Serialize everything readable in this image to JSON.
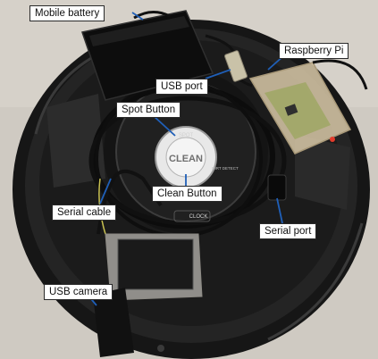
{
  "labels": {
    "mobile_battery": "Mobile battery",
    "raspberry_pi": "Raspberry Pi",
    "usb_port": "USB port",
    "spot_button": "Spot Button",
    "clean_button": "Clean Button",
    "serial_cable": "Serial cable",
    "serial_port": "Serial port",
    "usb_camera": "USB camera"
  },
  "device_text": {
    "spot": "SPOT",
    "clean": "CLEAN",
    "clock": "CLOCK",
    "dirt_detect": "DIRT DETECT"
  },
  "colors": {
    "background": "#cfcac2",
    "robot_body": "#1c1c1c",
    "callout_border": "#2a2a2a",
    "arrow": "#1f5fb8",
    "button_face": "#e8e8e8",
    "pi_case": "#d9c9a8"
  }
}
